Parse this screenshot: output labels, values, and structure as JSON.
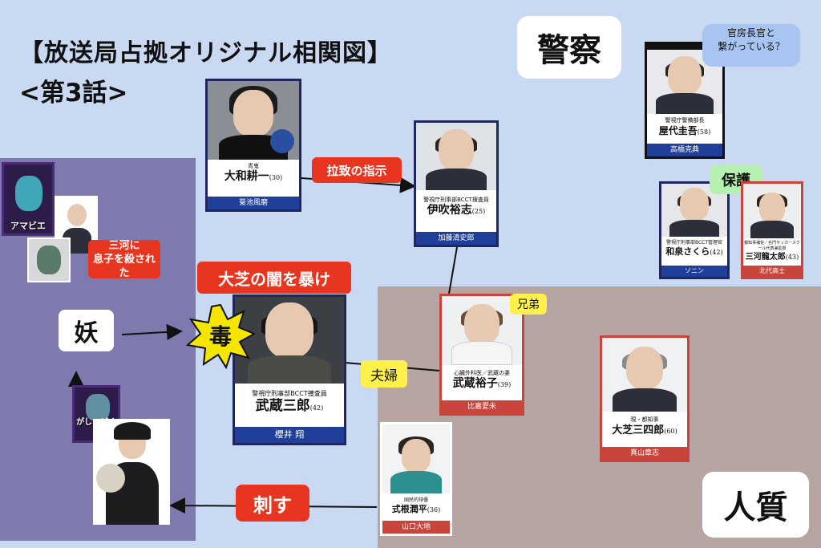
{
  "title": {
    "line1": "【放送局占拠オリジナル相関図】",
    "line2": "<第3話>"
  },
  "zones": {
    "police": "警察",
    "hostage": "人質",
    "yokai": "妖"
  },
  "characters": {
    "yamato": {
      "role": "青鬼",
      "name": "大和耕一",
      "age": "(30)",
      "actor": "菊池風磨"
    },
    "ibuki": {
      "role": "警視庁刑事部BCCT捜査員",
      "name": "伊吹裕志",
      "age": "(25)",
      "actor": "加藤清史郎"
    },
    "yashiro": {
      "role": "警視庁警備部長",
      "name": "屋代圭吾",
      "age": "(58)",
      "actor": "高橋克典"
    },
    "wakaizumi": {
      "role": "警視庁刑事部BCCT管理官",
      "name": "和泉さくら",
      "age": "(42)",
      "actor": "ソニン"
    },
    "mikawa": {
      "role": "都知事補佐／名門サッカースクール代表兼監督",
      "name": "三河龍太郎",
      "age": "(43)",
      "actor": "北代高士"
    },
    "musashi": {
      "role": "警視庁刑事部BCCT捜査員",
      "name": "武蔵三郎",
      "age": "(42)",
      "actor": "櫻井 翔"
    },
    "yuko": {
      "role": "心臓外科医／武蔵の妻",
      "name": "武蔵裕子",
      "age": "(39)",
      "actor": "比嘉愛未"
    },
    "oshiba": {
      "role": "現・都知事",
      "name": "大芝三四郎",
      "age": "(60)",
      "actor": "真山章志"
    },
    "shikine": {
      "role": "国民的俳優",
      "name": "式根潤平",
      "age": "(36)",
      "actor": "山口大地"
    }
  },
  "yokai": {
    "amabie": "アマビエ",
    "gashadokuro": "がしゃどくろ"
  },
  "relations": {
    "kidnap": "拉致の指示",
    "expose": "大芝の闇を暴け",
    "poison": "毒",
    "couple": "夫婦",
    "sibling": "兄弟",
    "protect": "保護",
    "stab": "刺す",
    "son_killed": "三河に\n息子を殺された",
    "cabinet": "官房長官と\n繋がっている？"
  },
  "colors": {
    "background": "#c9d9f2",
    "yokai_zone": "#7e7aad",
    "hostage_zone": "#b6a5a2",
    "accent_red": "#e8351f",
    "accent_yellow": "#fff14a",
    "navy": "#1f2a70"
  }
}
